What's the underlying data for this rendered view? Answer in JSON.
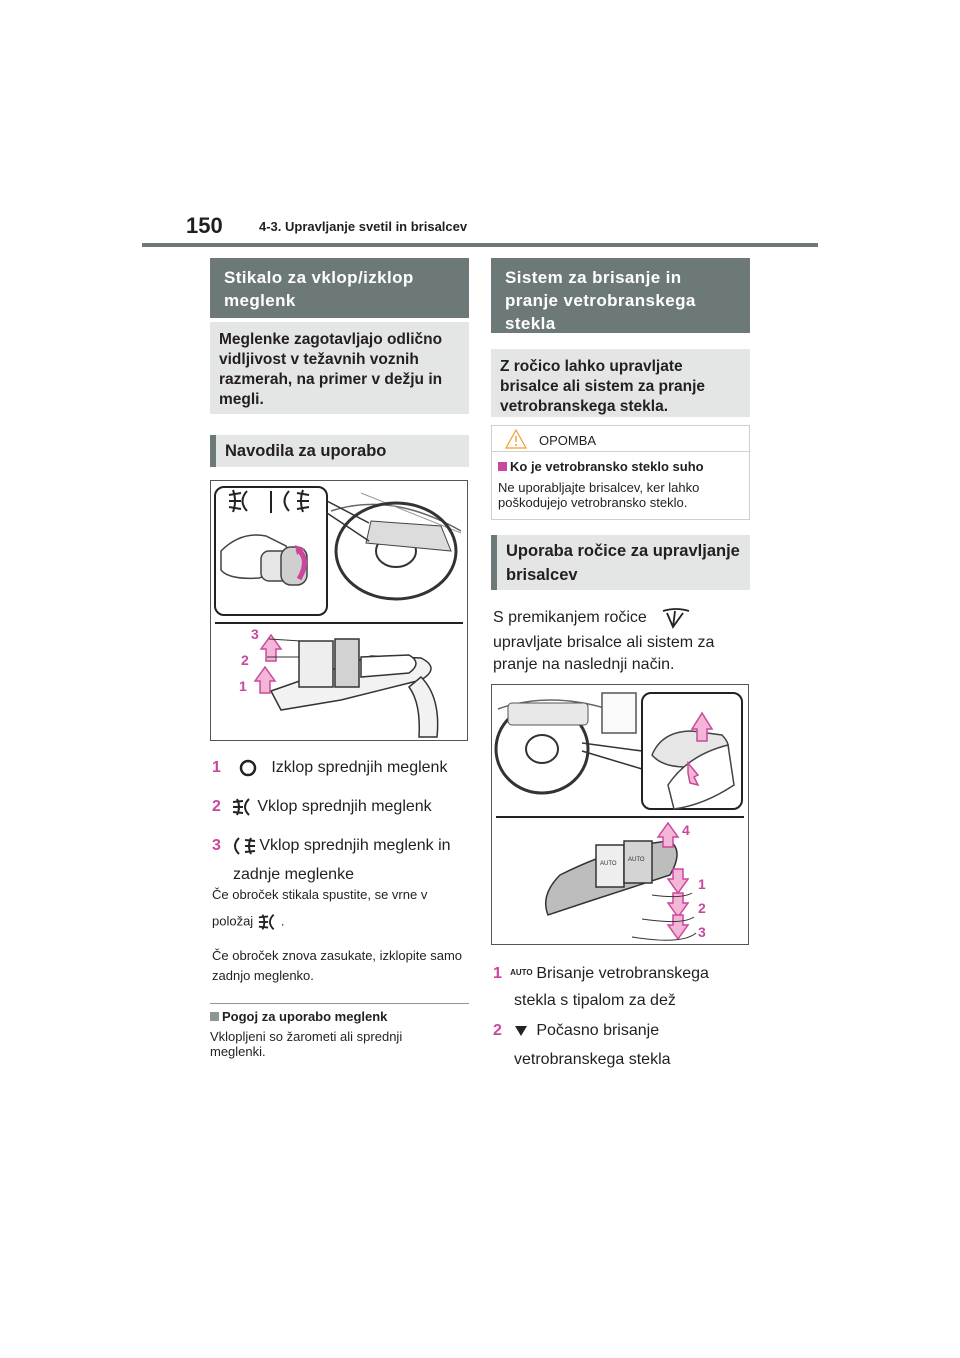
{
  "header": {
    "page_number": "150",
    "section": "4-3. Upravljanje svetil in brisalcev"
  },
  "left": {
    "section_title": "Stikalo za vklop/izklop meglenk",
    "intro": "Meglenke zagotavljajo odlično vidljivost v težavnih voznih razmerah, na primer v dežju in megli.",
    "subheading": "Navodila za uporabo",
    "figure_numbers": [
      "3",
      "2",
      "1"
    ],
    "items": [
      {
        "num": "1",
        "text": "Izklop sprednjih meglenk"
      },
      {
        "num": "2",
        "text": "Vklop sprednjih meglenk"
      },
      {
        "num": "3",
        "text": "Vklop sprednjih meglenk in",
        "text2": "zadnje meglenke"
      }
    ],
    "note1_a": "Če obroček stikala spustite, se vrne v",
    "note1_b": "položaj",
    "note1_c": ".",
    "note2": "Če obroček znova zasukate, izklopite samo zadnjo meglenko.",
    "condition_title": "Pogoj za uporabo meglenk",
    "condition_text": "Vklopljeni so žarometi ali sprednji meglenki."
  },
  "right": {
    "section_title": "Sistem za brisanje in pranje vetrobranskega stekla",
    "intro": "Z ročico lahko upravljate brisalce ali sistem za pranje vetrobranskega stekla.",
    "notice_label": "OPOMBA",
    "notice_title": "Ko je vetrobransko steklo suho",
    "notice_text": "Ne uporabljajte brisalcev, ker lahko poškodujejo vetrobransko steklo.",
    "subheading": "Uporaba ročice za upravljanje brisalcev",
    "body_a": "S premikanjem ročice",
    "body_b": "upravljate brisalce ali sistem za",
    "body_c": "pranje na naslednji način.",
    "figure_numbers": [
      "4",
      "1",
      "2",
      "3"
    ],
    "auto_label": "AUTO",
    "items": [
      {
        "num": "1",
        "text": "Brisanje vetrobranskega",
        "text2": "stekla s tipalom za dež"
      },
      {
        "num": "2",
        "text": "Počasno brisanje",
        "text2": "vetrobranskega stekla"
      }
    ]
  },
  "colors": {
    "accent": "#c9489c",
    "heading_bg": "#6d7879",
    "box_bg": "#e4e6e6"
  }
}
